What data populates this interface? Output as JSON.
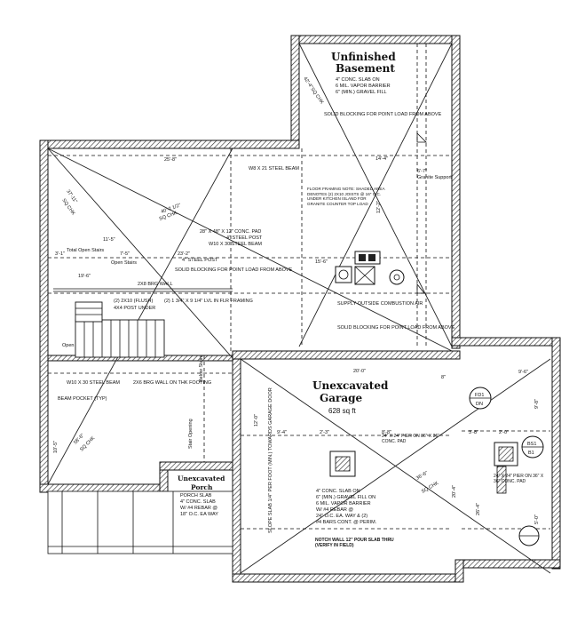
{
  "rooms": {
    "basement": {
      "title1": "Unfinished",
      "title2": "Basement",
      "note1": "4\" CONC. SLAB ON",
      "note2": "6 MIL. VAPOR BARRIER",
      "note3": "6\" (MIN.) GRAVEL FILL"
    },
    "garage": {
      "title1": "Unexcavated",
      "title2": "Garage",
      "area": "628 sq ft",
      "note1": "4\" CONC. SLAB ON",
      "note2": "6\" (MIN.) GRAVEL FILL ON",
      "note3": "6 MIL. VAPOR BARRIER",
      "note4": "W/ #4 REBAR @",
      "note5": "24\" O.C. EA. WAY & (2)",
      "note6": "#4 BARS CONT. @ PERIM."
    },
    "porch": {
      "title1": "Unexcavated",
      "title2": "Porch",
      "note1": "PORCH SLAB",
      "note2": "4\" CONC. SLAB",
      "note3": "W/ #4 REBAR @",
      "note4": "18\" O.C. EA WAY"
    }
  },
  "notes": {
    "solid_blocking_top": "SOLID BLOCKING FOR POINT LOAD FROM ABOVE",
    "beam_top": "W8 X 21 STEEL BEAM",
    "floor_framing": "FLOOR FRAMING NOTE: SHADED AREA DENOTES (2) 2X10 JOISTS @ 16\" O.C. UNDER KITCHEN ISLAND FOR GRANITE COUNTER TOP LOAD",
    "conc_pad": "28\" X 48\" X 12\" CONC. PAD",
    "steel_post": "4\" STEEL POST",
    "beam_mid": "W10 X 30 STEEL BEAM",
    "post_label": "4\" STEEL POST",
    "solid_blocking_mid": "SOLID BLOCKING FOR POINT LOAD FROM ABOVE",
    "flush": "(2) 2X10 (FLUSH)",
    "post_under": "4X4 POST UNDER",
    "in_flr": "(2) 1 3/4\" X 9 1/4\" LVL IN FLR FRAMING",
    "brg_wall": "2X8 BRG WALL",
    "brg_wall2": "2X6 BRG WALL ON THK FOOTING",
    "beam_low": "W10 X 30 STEEL BEAM",
    "beam_pocket": "BEAM POCKET (TYP)",
    "stair_opening": "Stair Opening",
    "below_stairs": "Below Stairs",
    "total_open": "Total Open Stairs",
    "open_stairs": "Open Stairs",
    "open": "Open",
    "solid_blocking_low": "SOLID BLOCKING FOR POINT LOAD FROM ABOVE",
    "outside_comb": "SUPPLY OUTSIDE COMBUSTION AIR",
    "pier1": "24\" X 24\" PIER ON 36\" X 36\" CONC. PAD",
    "pier2": "24\" X 24\" PIER ON 36\" X 36\" CONC. PAD",
    "notch_wall": "NOTCH WALL 12\" POUR SLAB THRU (VERIFY IN FIELD)",
    "slope_slab": "SLOPE SLAB 1/4\" PER FOOT (MIN.) TOWARDS GARAGE DOOR",
    "granite_support": "Granite Support",
    "fd1": "FD1",
    "bs1": "BS1",
    "fd_sub": "DN",
    "bs_sub": "B1"
  },
  "dims": {
    "d_25_8": "25'-8\"",
    "d_40_2": "40'-2 1/2\"",
    "d_37_11": "37'-11\"",
    "d_14_4": "14'-4\"",
    "d_6_7": "6'-7\"",
    "d_15_6": "15'-6\"",
    "d_11_5": "11'-5\"",
    "d_3_1": "3'-1\"",
    "d_7_5": "7'-5\"",
    "d_20_0": "20'-0\"",
    "d_23_2": "23'-2\"",
    "d_19_6": "19'-6\"",
    "d_9_4": "9'-4\"",
    "d_2_3": "2'-3\"",
    "d_8_8": "8'-8\"",
    "d_3_8": "3'-8\"",
    "d_2_0": "2'-0\"",
    "d_8": "8\"",
    "d_20_4": "20'-4\"",
    "d_9_6": "9'-6\"",
    "d_36_6": "36'-6\"",
    "d_12_0": "12'-0\"",
    "d_58_6": "58'-6\"",
    "d_42_4": "42'-4\"",
    "d_10_5": "10'-5\"",
    "d_9_8": "9'-8\"",
    "d_5_0": "5'-0\"",
    "d_26_4": "26'-4\"",
    "d_12_2": "12'-2\""
  },
  "sq": {
    "sq1": "SQ CHK",
    "sq2": "SQ CHK",
    "sq3": "SQ CHK",
    "sq4": "SQ CHK",
    "sq5": "SQ CHK"
  }
}
